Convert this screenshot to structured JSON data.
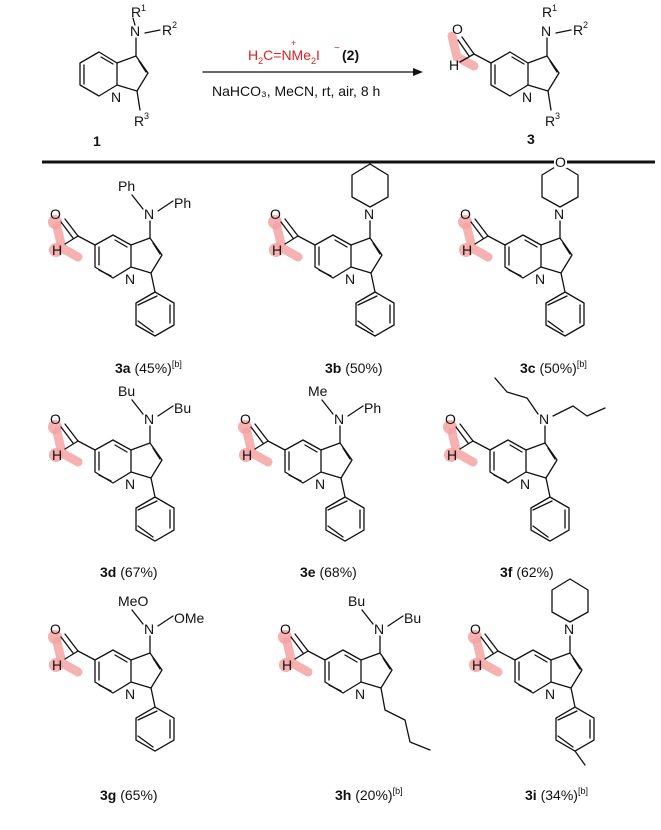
{
  "reaction": {
    "reagent": {
      "formula_h2c": "H",
      "formula_2": "2",
      "formula_c": "C=",
      "formula_plus": "+",
      "formula_nme": "NMe",
      "formula_me_sub": "2",
      "formula_i": "I",
      "formula_minus": "−",
      "label": "(2)"
    },
    "conditions": "NaHCO₃, MeCN, rt, air, 8 h",
    "reactant_label": "1",
    "product_label": "3",
    "r1": "R",
    "r1_sup": "1",
    "r2": "R",
    "r2_sup": "2",
    "r3": "R",
    "r3_sup": "3",
    "n_label": "N"
  },
  "highlight_color": "#f4a3a3",
  "compounds": [
    {
      "id": "3a",
      "yield": "(45%)",
      "note": "[b]",
      "amine_sub1": "Ph",
      "amine_sub2": "Ph"
    },
    {
      "id": "3b",
      "yield": "(50%)",
      "note": ""
    },
    {
      "id": "3c",
      "yield": "(50%)",
      "note": "[b]",
      "ring_atom": "O"
    },
    {
      "id": "3d",
      "yield": "(67%)",
      "note": "",
      "amine_sub1": "Bu",
      "amine_sub2": "Bu"
    },
    {
      "id": "3e",
      "yield": "(68%)",
      "note": "",
      "amine_sub1": "Me",
      "amine_sub2": "Ph"
    },
    {
      "id": "3f",
      "yield": "(62%)",
      "note": ""
    },
    {
      "id": "3g",
      "yield": "(65%)",
      "note": "",
      "amine_sub1": "MeO",
      "amine_sub2": "OMe"
    },
    {
      "id": "3h",
      "yield": "(20%)",
      "note": "[b]",
      "amine_sub1": "Bu",
      "amine_sub2": "Bu"
    },
    {
      "id": "3i",
      "yield": "(34%)",
      "note": "[b]"
    }
  ],
  "atoms": {
    "N": "N",
    "O": "O",
    "H": "H"
  }
}
